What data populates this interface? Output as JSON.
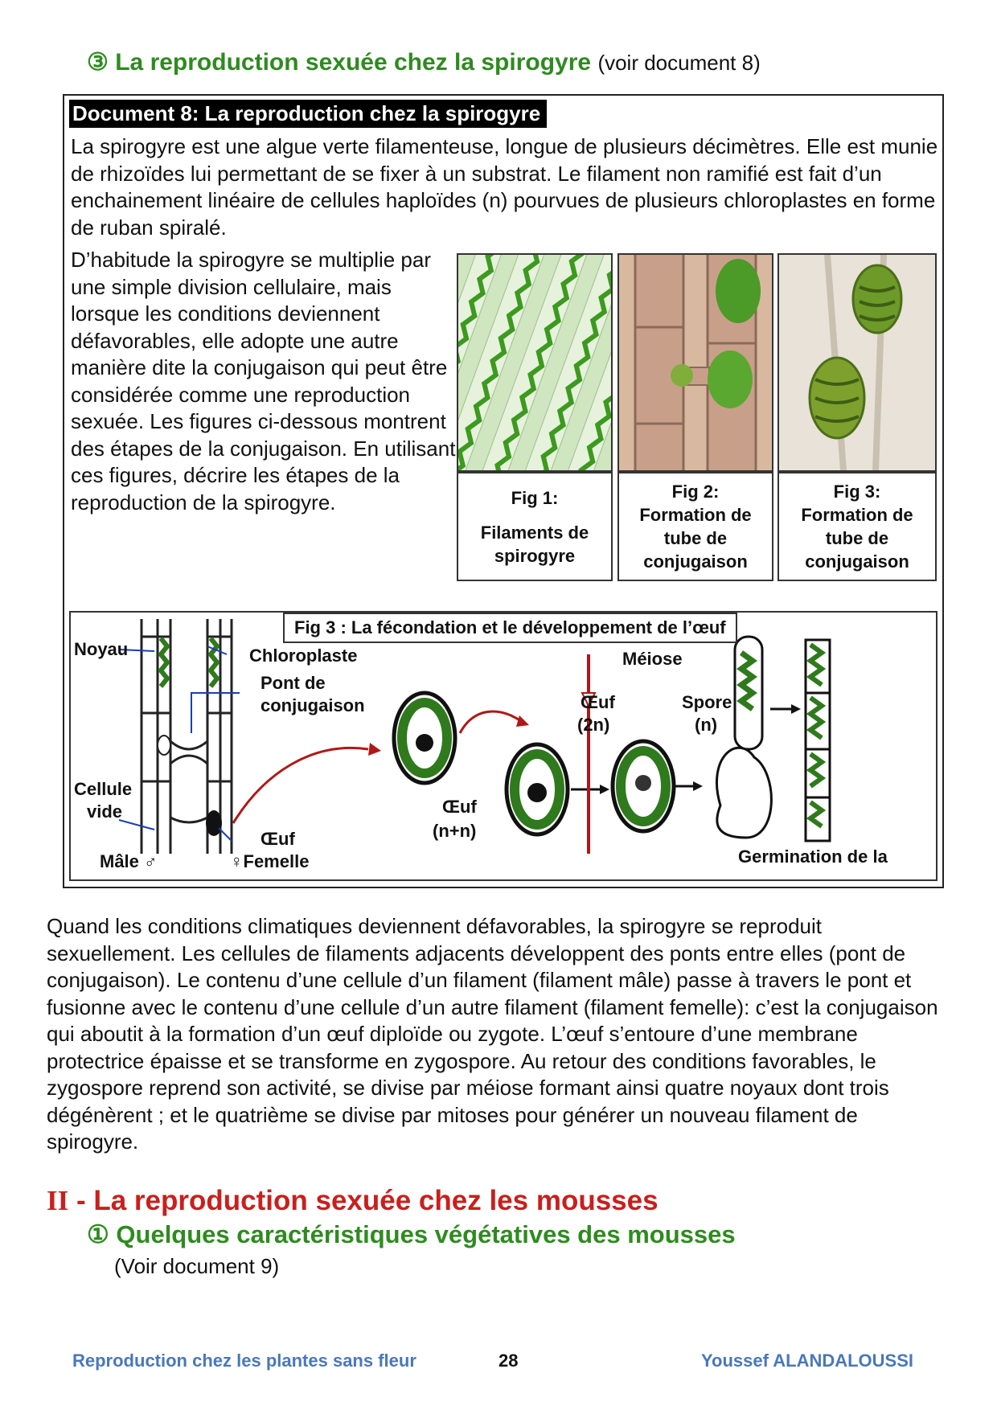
{
  "section3": {
    "title": "③ La reproduction sexuée chez la spirogyre",
    "ref": "(voir document 8)"
  },
  "document8": {
    "header": "Document 8: La reproduction chez la spirogyre",
    "para1": "La spirogyre est une algue verte filamenteuse, longue de plusieurs décimètres. Elle est munie de rhizoïdes lui permettant de se fixer à un substrat. Le filament non ramifié est fait d’un enchainement linéaire de cellules haploïdes (n) pourvues de plusieurs chloroplastes en forme de ruban spiralé.",
    "para2": "D’habitude la spirogyre se multiplie par une simple division cellulaire, mais lorsque les conditions deviennent défavorables, elle adopte une autre manière dite la conjugaison qui peut être considérée comme une reproduction sexuée. Les figures ci-dessous montrent des étapes  de la conjugaison. En utilisant ces figures, décrire les étapes de la reproduction de la spirogyre.",
    "figs": [
      {
        "title": "Fig 1:",
        "caption": "Filaments de spirogyre"
      },
      {
        "title": "Fig 2:",
        "caption": "Formation de tube de conjugaison"
      },
      {
        "title": "Fig 3:",
        "caption": "Formation de tube de conjugaison"
      }
    ],
    "fig3": {
      "title": "Fig 3 : La fécondation et le développement de l’œuf",
      "labels": {
        "noyau": "Noyau",
        "chloroplaste": "Chloroplaste",
        "pont": "Pont de conjugaison",
        "cellule_vide_1": "Cellule",
        "cellule_vide_2": "vide",
        "oeuf_left": "Œuf",
        "male": "Mâle ♂",
        "femelle": "♀Femelle",
        "oeuf_nn_1": "Œuf",
        "oeuf_nn_2": "(n+n)",
        "meiose": "Méiose",
        "oeuf_2n_1": "Œuf",
        "oeuf_2n_2": "(2n)",
        "spore_1": "Spore",
        "spore_2": "(n)",
        "germination": "Germination de la"
      }
    }
  },
  "main_text": "Quand les conditions climatiques deviennent défavorables, la spirogyre se reproduit sexuellement. Les cellules de filaments adjacents développent des ponts entre elles (pont de conjugaison). Le contenu d’une cellule d’un filament (filament mâle) passe à travers le pont et fusionne avec le contenu d’une cellule d’un autre filament (filament femelle): c’est la conjugaison qui aboutit à la formation d’un œuf diploïde ou zygote. L’œuf s’entoure d’une membrane protectrice épaisse et se transforme en zygospore. Au retour des conditions favorables, le zygospore reprend son activité, se divise par méiose formant ainsi quatre noyaux dont trois dégénèrent ; et le quatrième se divise par mitoses pour générer un nouveau filament de spirogyre.",
  "section2": {
    "roman": "II",
    "title": " - La reproduction sexuée chez les mousses"
  },
  "section2_1": {
    "title": "① Quelques caractéristiques végétatives des mousses",
    "ref": "(Voir document 9)"
  },
  "footer": {
    "left": "Reproduction chez les plantes sans fleur",
    "page": "28",
    "author": "Youssef ALANDALOUSSI"
  },
  "colors": {
    "green_heading": "#2e8b1f",
    "red_heading": "#c8201e",
    "footer_blue": "#4a78b8"
  }
}
